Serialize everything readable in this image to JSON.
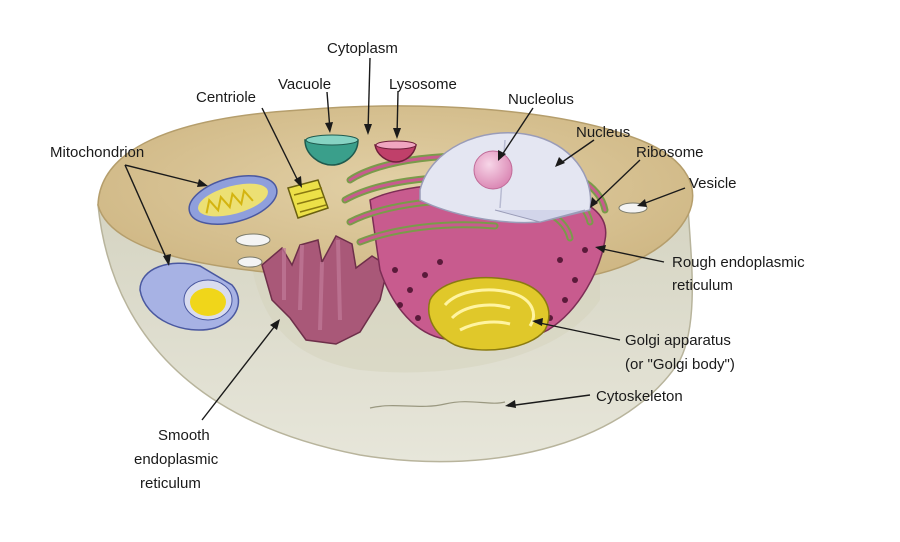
{
  "labels": {
    "cytoplasm": "Cytoplasm",
    "vacuole": "Vacuole",
    "lysosome": "Lysosome",
    "centriole": "Centriole",
    "nucleolus": "Nucleolus",
    "nucleus": "Nucleus",
    "ribosome": "Ribosome",
    "vesicle": "Vesicle",
    "mitochondrion": "Mitochondrion",
    "rough_er_line1": "Rough endoplasmic",
    "rough_er_line2": "reticulum",
    "golgi_line1": "Golgi apparatus",
    "golgi_line2": "(or \"Golgi body\")",
    "cytoskeleton": "Cytoskeleton",
    "smooth_er_line1": "Smooth",
    "smooth_er_line2": "endoplasmic",
    "smooth_er_line3": "reticulum"
  },
  "colors": {
    "cytoplasm": "#d9c49a",
    "cell_side": "#d8d6c4",
    "nucleus": "#e4e6f2",
    "nucleolus": "#e6a3c6",
    "rough_er": "#c85b8e",
    "smooth_er": "#a95878",
    "mitochondrion": "#8f9fdc",
    "golgi": "#e0c82a",
    "vacuole": "#3a9f8b",
    "lysosome": "#c0406a"
  }
}
